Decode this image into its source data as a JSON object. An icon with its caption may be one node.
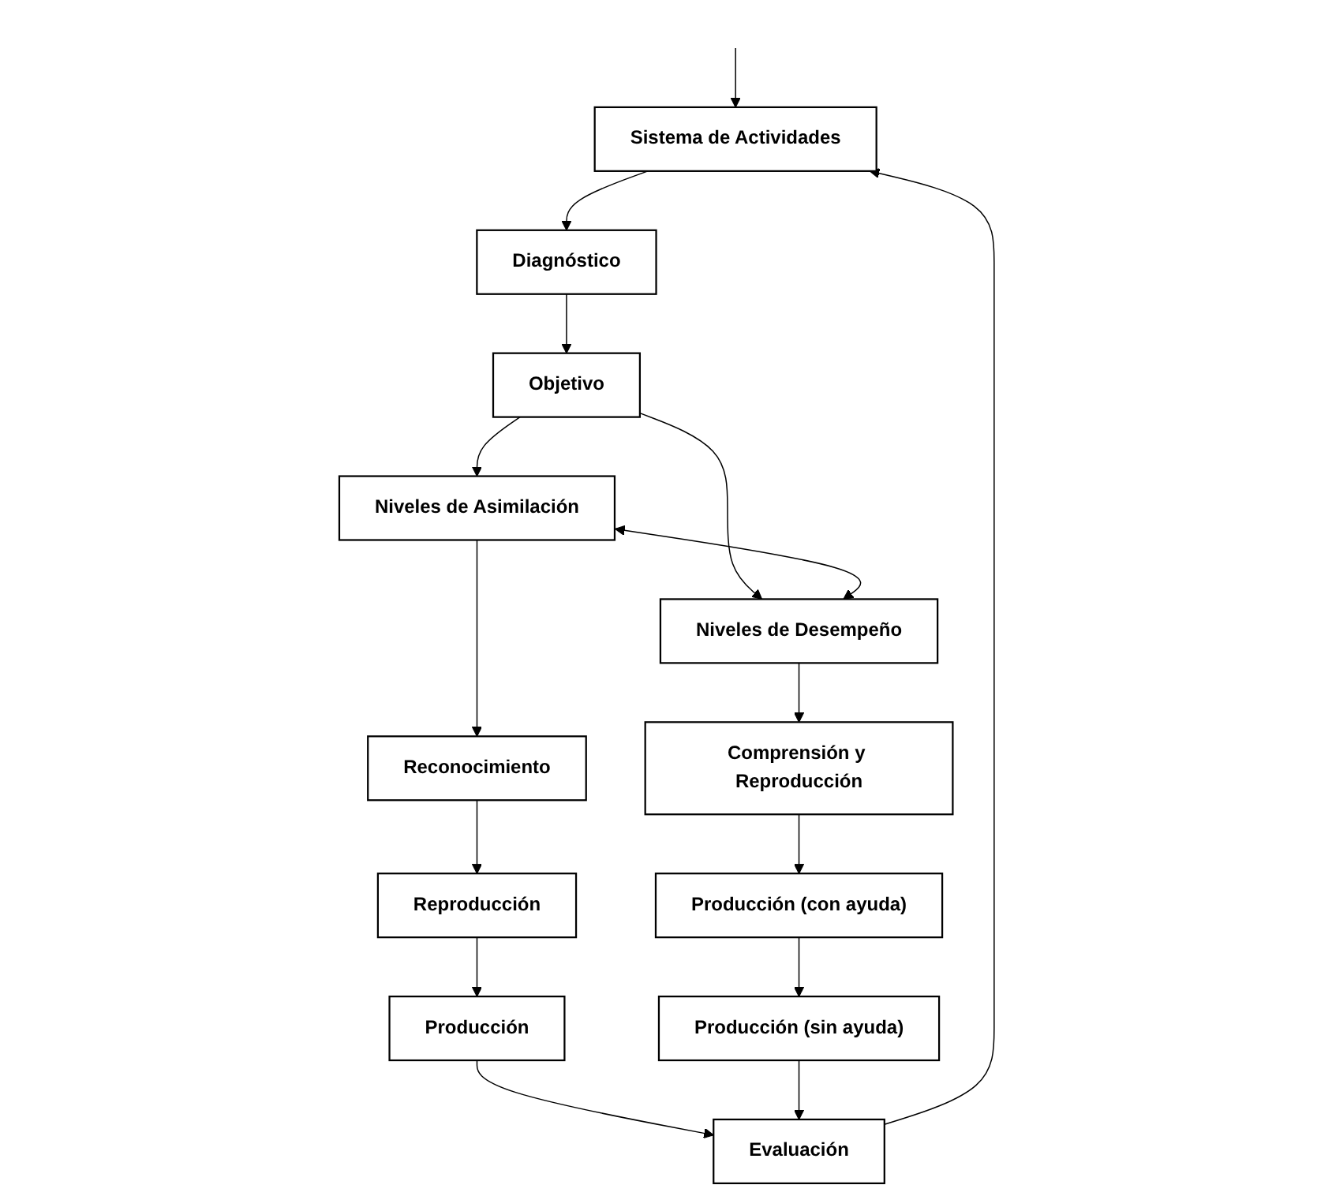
{
  "diagram": {
    "nodes": [
      {
        "text": [
          "Sistema de Actividades"
        ]
      },
      {
        "text": [
          "Diagnóstico"
        ]
      },
      {
        "text": [
          "Objetivo"
        ]
      },
      {
        "text": [
          "Niveles de Asimilación"
        ]
      },
      {
        "text": [
          "Niveles de Desempeño"
        ]
      },
      {
        "text": [
          "Reconocimiento"
        ]
      },
      {
        "text": [
          "Comprensión y Reproducción"
        ]
      },
      {
        "text": [
          "Reproducción"
        ]
      },
      {
        "text": [
          "Producción (con ayuda)"
        ]
      },
      {
        "text": [
          "Producción"
        ]
      },
      {
        "text": [
          "Producción (sin ayuda)"
        ]
      },
      {
        "text": [
          "Evaluación"
        ]
      }
    ],
    "edges": [
      {
        "from": 0,
        "to": 1,
        "arrow": "to"
      },
      {
        "from": 1,
        "to": 2,
        "arrow": "to"
      },
      {
        "from": 2,
        "to": 3,
        "arrow": "to"
      },
      {
        "from": 2,
        "to": 4,
        "arrow": "to"
      },
      {
        "from": 3,
        "to": 4,
        "arrow": "both"
      },
      {
        "from": 3,
        "to": 5,
        "arrow": "to"
      },
      {
        "from": 4,
        "to": 6,
        "arrow": "to"
      },
      {
        "from": 5,
        "to": 7,
        "arrow": "to"
      },
      {
        "from": 6,
        "to": 8,
        "arrow": "to"
      },
      {
        "from": 7,
        "to": 9,
        "arrow": "to"
      },
      {
        "from": 8,
        "to": 10,
        "arrow": "to"
      },
      {
        "from": 9,
        "to": 11,
        "arrow": "to"
      },
      {
        "from": 10,
        "to": 11,
        "arrow": "to"
      },
      {
        "from": 11,
        "to": 0,
        "arrow": "to"
      },
      {
        "from": null,
        "to": 0,
        "arrow": "to"
      }
    ]
  }
}
